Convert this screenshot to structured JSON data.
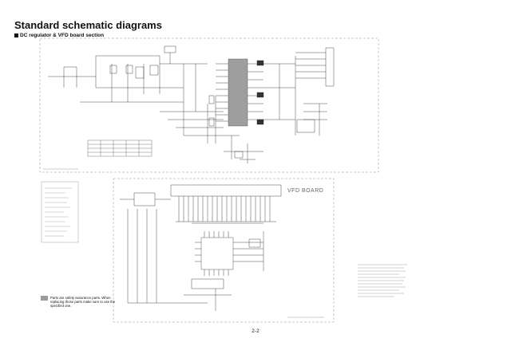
{
  "header": {
    "title": "Standard schematic diagrams",
    "subtitle": "DC regulator & VFD board section"
  },
  "board": {
    "vfd_label": "VFD BOARD"
  },
  "notice": {
    "text": "Parts are safety assurance parts. When replacing those parts make sure to use the specified one."
  },
  "footer": {
    "page": "2-2"
  }
}
